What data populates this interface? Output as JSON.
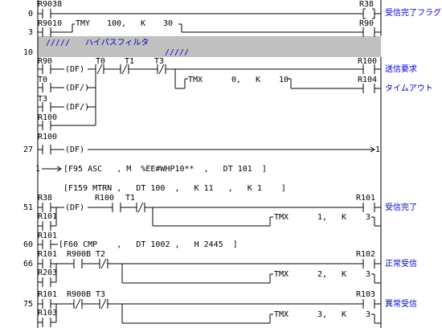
{
  "colors": {
    "comment": "#0000cc",
    "band": "#c0c0c0",
    "line": "#000000"
  },
  "steps": [
    "0",
    "3",
    "10",
    "27",
    "51",
    "60",
    "66",
    "75"
  ],
  "rungs": {
    "r0": {
      "contact": "R9038",
      "coil": "R38",
      "comment": "受信完了フラグ"
    },
    "r3": {
      "contact": "R9010",
      "timer": "TMY",
      "preset_a": "100,",
      "k": "K",
      "preset_b": "30",
      "coil": "R90"
    },
    "band": {
      "slashes1": "/////",
      "label": "ハイパスフィルタ",
      "slashes2": "/////"
    },
    "r10": {
      "contacts": [
        "R90",
        "T0",
        "T1",
        "T3",
        "T0",
        "T3",
        "R100",
        "R100"
      ],
      "df": [
        "(DF)",
        "(DF/)",
        "(DF/)"
      ],
      "coil1": "R100",
      "comment1": "送信要求",
      "tmx": "TMX",
      "tmx_no": "0,",
      "tmx_k": "K",
      "tmx_val": "10",
      "coil2": "R104",
      "comment2": "タイムアウト"
    },
    "r27": {
      "contact": "R100",
      "df": "(DF)",
      "arrow_to": "1"
    },
    "cont": {
      "from": "1",
      "instr": "[F95 ASC   , M  %EE#WHP10**  ,   DT 101  ]"
    },
    "r51": {
      "instr": "[F159 MTRN ,   DT 100  ,   K 11   ,   K 1    ]",
      "contacts": [
        "R38",
        "R101",
        "R100",
        "T1"
      ],
      "df": "(DF)",
      "coil": "R101",
      "comment": "受信完了",
      "tmx": "TMX",
      "tmx_no": "1,",
      "tmx_k": "K",
      "tmx_val": "3"
    },
    "r60": {
      "contact": "R101",
      "instr": "[F60 CMP    ,   DT 1002 ,   H 2445  ]"
    },
    "r66": {
      "contacts": [
        "R101",
        "R900B",
        "T2",
        "R203"
      ],
      "coil": "R102",
      "comment": "正常受信",
      "tmx": "TMX",
      "tmx_no": "2,",
      "tmx_k": "K",
      "tmx_val": "3"
    },
    "r75": {
      "contacts": [
        "R101",
        "R900B",
        "T3",
        "R103"
      ],
      "coil": "R103",
      "comment": "異常受信",
      "tmx": "TMX",
      "tmx_no": "3,",
      "tmx_k": "K",
      "tmx_val": "3"
    }
  },
  "bracket": "[  ]"
}
